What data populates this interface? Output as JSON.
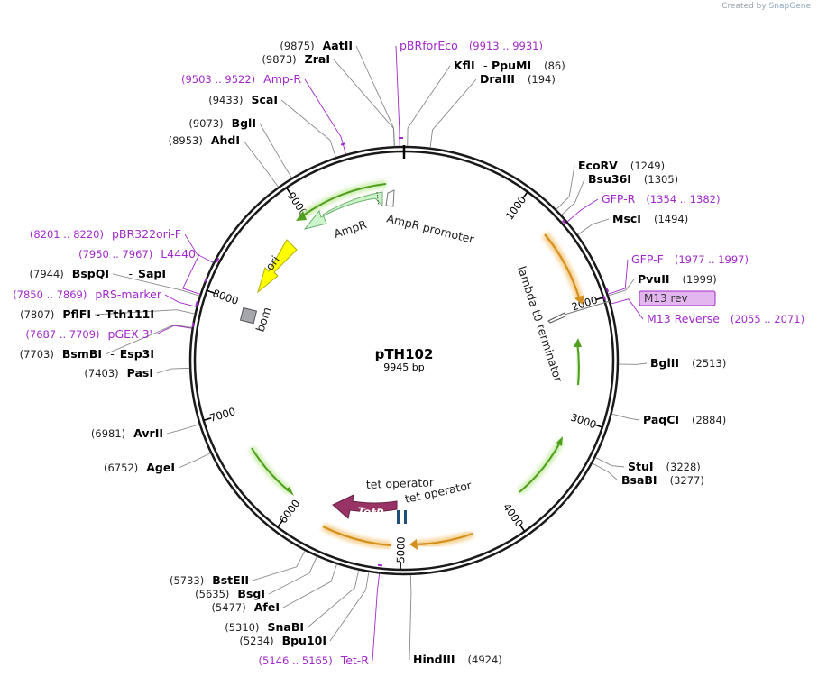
{
  "credit": "Created by",
  "brand": "SnapGene",
  "plasmid": {
    "name": "pTH102",
    "length": "9945 bp",
    "total_bp": 9945
  },
  "ticks": [
    {
      "bp": 1000,
      "label": "1000"
    },
    {
      "bp": 2000,
      "label": "2000"
    },
    {
      "bp": 3000,
      "label": "3000"
    },
    {
      "bp": 4000,
      "label": "4000"
    },
    {
      "bp": 5000,
      "label": "5000"
    },
    {
      "bp": 6000,
      "label": "6000"
    },
    {
      "bp": 7000,
      "label": "7000"
    },
    {
      "bp": 8000,
      "label": "8000"
    },
    {
      "bp": 9000,
      "label": "9000"
    }
  ],
  "features": [
    {
      "name": "AmpR",
      "label": "AmpR",
      "color": "#ccf5cc",
      "stroke": "#7dbb7d"
    },
    {
      "name": "AmpR promoter",
      "label": "AmpR promoter",
      "color": "#ffffff",
      "stroke": "#777777"
    },
    {
      "name": "ori",
      "label": "ori",
      "color": "#ffff00",
      "stroke": "#b4b400"
    },
    {
      "name": "bom",
      "label": "bom",
      "color": "#a6a6ad",
      "stroke": "#555555"
    },
    {
      "name": "TetR",
      "label": "TetR",
      "color": "#993366",
      "stroke": "#662244"
    },
    {
      "name": "tet operator",
      "label": "tet operator",
      "color": "#1f4e79"
    },
    {
      "name": "tet operator 2",
      "label": "tet operator"
    },
    {
      "name": "lambda t0 terminator",
      "label": "lambda t0 terminator",
      "color": "#ffffff"
    },
    {
      "name": "M13 rev",
      "label": "M13 rev",
      "color": "#e3b6ef"
    }
  ],
  "sites": [
    {
      "name": "AatII",
      "pos": "(9875)",
      "type": "enzyme"
    },
    {
      "name": "ZraI",
      "pos": "(9873)",
      "type": "enzyme"
    },
    {
      "name": "pBRforEco",
      "pos": "(9913 .. 9931)",
      "type": "primer"
    },
    {
      "name": "KflI",
      "pos": "",
      "type": "enzyme"
    },
    {
      "name": "PpuMI",
      "pos": "(86)",
      "type": "enzyme"
    },
    {
      "name": "DraIII",
      "pos": "(194)",
      "type": "enzyme"
    },
    {
      "name": "Amp-R",
      "pos": "(9503 .. 9522)",
      "type": "primer"
    },
    {
      "name": "ScaI",
      "pos": "(9433)",
      "type": "enzyme"
    },
    {
      "name": "BglI",
      "pos": "(9073)",
      "type": "enzyme"
    },
    {
      "name": "AhdI",
      "pos": "(8953)",
      "type": "enzyme"
    },
    {
      "name": "EcoRV",
      "pos": "(1249)",
      "type": "enzyme"
    },
    {
      "name": "Bsu36I",
      "pos": "(1305)",
      "type": "enzyme"
    },
    {
      "name": "GFP-R",
      "pos": "(1354 .. 1382)",
      "type": "primer"
    },
    {
      "name": "MscI",
      "pos": "(1494)",
      "type": "enzyme"
    },
    {
      "name": "pBR322ori-F",
      "pos": "(8201 .. 8220)",
      "type": "primer"
    },
    {
      "name": "L4440",
      "pos": "(7950 .. 7967)",
      "type": "primer"
    },
    {
      "name": "BspQI",
      "pos": "(7944)",
      "type": "enzyme"
    },
    {
      "name": "SapI",
      "pos": "",
      "type": "enzyme"
    },
    {
      "name": "pRS-marker",
      "pos": "(7850 .. 7869)",
      "type": "primer"
    },
    {
      "name": "PflFI",
      "pos": "(7807)",
      "type": "enzyme"
    },
    {
      "name": "Tth111I",
      "pos": "",
      "type": "enzyme"
    },
    {
      "name": "pGEX 3'",
      "pos": "(7687 .. 7709)",
      "type": "primer"
    },
    {
      "name": "BsmBI",
      "pos": "(7703)",
      "type": "enzyme"
    },
    {
      "name": "Esp3I",
      "pos": "",
      "type": "enzyme"
    },
    {
      "name": "PasI",
      "pos": "(7403)",
      "type": "enzyme"
    },
    {
      "name": "GFP-F",
      "pos": "(1977 .. 1997)",
      "type": "primer"
    },
    {
      "name": "PvuII",
      "pos": "(1999)",
      "type": "enzyme"
    },
    {
      "name": "M13 Reverse",
      "pos": "(2055 .. 2071)",
      "type": "primer"
    },
    {
      "name": "BglII",
      "pos": "(2513)",
      "type": "enzyme"
    },
    {
      "name": "PaqCI",
      "pos": "(2884)",
      "type": "enzyme"
    },
    {
      "name": "StuI",
      "pos": "(3228)",
      "type": "enzyme"
    },
    {
      "name": "BsaBI",
      "pos": "(3277)",
      "type": "enzyme"
    },
    {
      "name": "AvrII",
      "pos": "(6981)",
      "type": "enzyme"
    },
    {
      "name": "AgeI",
      "pos": "(6752)",
      "type": "enzyme"
    },
    {
      "name": "BstEII",
      "pos": "(5733)",
      "type": "enzyme"
    },
    {
      "name": "BsgI",
      "pos": "(5635)",
      "type": "enzyme"
    },
    {
      "name": "AfeI",
      "pos": "(5477)",
      "type": "enzyme"
    },
    {
      "name": "SnaBI",
      "pos": "(5310)",
      "type": "enzyme"
    },
    {
      "name": "Bpu10I",
      "pos": "(5234)",
      "type": "enzyme"
    },
    {
      "name": "Tet-R",
      "pos": "(5146 .. 5165)",
      "type": "primer"
    },
    {
      "name": "HindIII",
      "pos": "(4924)",
      "type": "enzyme"
    }
  ],
  "colors": {
    "primer": "#a129c9",
    "enzyme": "#000000",
    "pos": "#222222",
    "ring": "#1a1a1a",
    "orange": "#e8a53a",
    "green": "#5aaa2a"
  }
}
